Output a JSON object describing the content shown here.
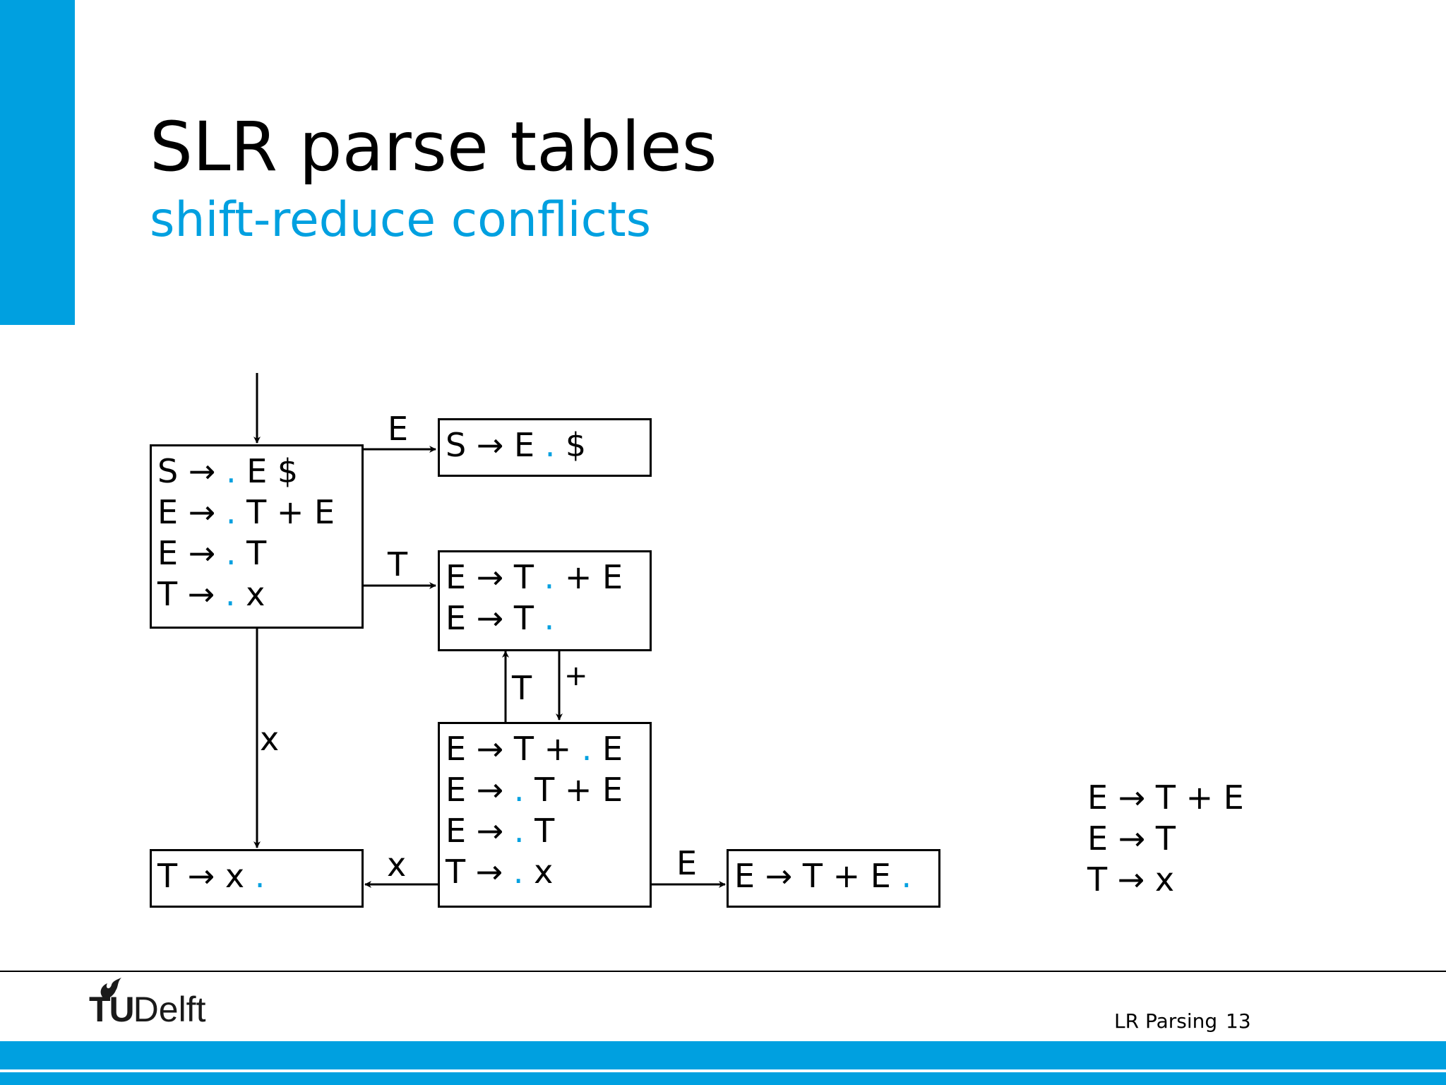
{
  "slide": {
    "title": "SLR parse tables",
    "subtitle": "shift-reduce conflicts"
  },
  "arrow": "→",
  "dot": ".",
  "states": [
    {
      "items": [
        [
          "S",
          ".",
          "E $"
        ],
        [
          "E",
          ".",
          "T + E"
        ],
        [
          "E",
          ".",
          "T"
        ],
        [
          "T",
          ".",
          "x"
        ]
      ]
    },
    {
      "items": [
        [
          "S",
          "E",
          ".",
          "$"
        ]
      ]
    },
    {
      "items": [
        [
          "E",
          "T",
          ".",
          "+ E"
        ],
        [
          "E",
          "T",
          ".",
          ""
        ]
      ]
    },
    {
      "items": [
        [
          "E",
          "T +",
          ".",
          "E"
        ],
        [
          "E",
          "",
          ".",
          "T + E"
        ],
        [
          "E",
          "",
          ".",
          "T"
        ],
        [
          "T",
          "",
          ".",
          "x"
        ]
      ]
    },
    {
      "items": [
        [
          "T",
          "x",
          ".",
          ""
        ]
      ]
    },
    {
      "items": [
        [
          "E",
          "T + E",
          ".",
          ""
        ]
      ]
    }
  ],
  "edges": {
    "e0_1": "E",
    "e0_2": "T",
    "e0_4": "x",
    "e3_2": "T",
    "e2_3": "+",
    "e3_4": "x",
    "e3_5": "E"
  },
  "grammar": {
    "rules": [
      {
        "lhs": "E",
        "rhs": "T + E"
      },
      {
        "lhs": "E",
        "rhs": "T"
      },
      {
        "lhs": "T",
        "rhs": "x"
      }
    ]
  },
  "footer": {
    "logo_tu": "TU",
    "logo_delft": "Delft",
    "course": "LR Parsing",
    "page": "13"
  },
  "colors": {
    "accent": "#00a0e0",
    "text": "#000000"
  }
}
